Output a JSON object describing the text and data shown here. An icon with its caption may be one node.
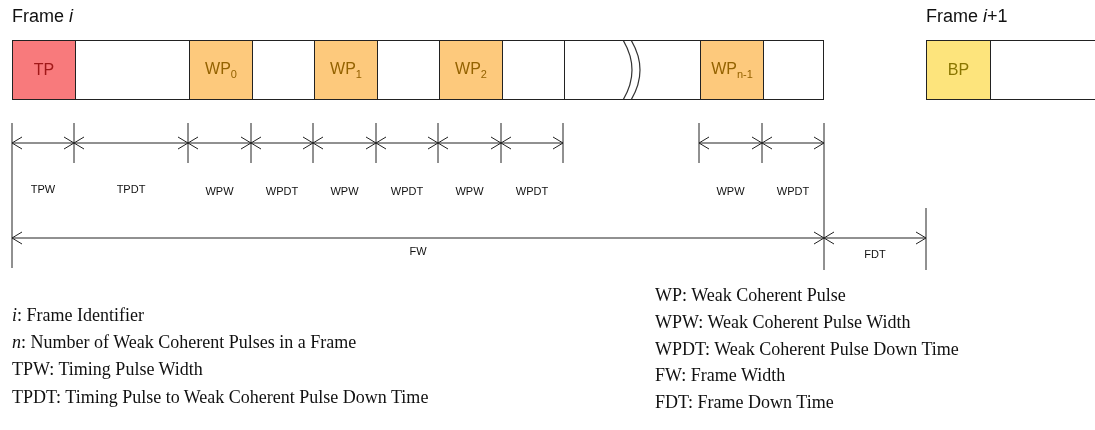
{
  "diagram": {
    "nodes": [
      {
        "text": [
          "Frame *i*"
        ]
      },
      {
        "text": [
          "TP"
        ],
        "in": 0
      },
      {
        "text": [],
        "shape": "box",
        "in": 0
      },
      {
        "text": [
          "WP$_{0}$"
        ],
        "in": 0
      },
      {
        "text": [],
        "shape": "box",
        "in": 0
      },
      {
        "text": [
          "WP$_{1}$"
        ],
        "in": 0
      },
      {
        "text": [],
        "shape": "box",
        "in": 0
      },
      {
        "text": [
          "WP$_{2}$"
        ],
        "in": 0
      },
      {
        "text": [],
        "shape": "box",
        "in": 0
      },
      {
        "text": [],
        "shape": "box",
        "in": 0
      },
      {
        "text": [
          "WP$_{n-1}$"
        ],
        "in": 0
      },
      {
        "text": [],
        "shape": "box",
        "in": 0
      },
      {
        "text": [
          "Frame *i*+1"
        ]
      },
      {
        "text": [
          "BP"
        ],
        "in": 12
      },
      {
        "text": [],
        "shape": "box",
        "in": 12
      }
    ],
    "labels": [
      "TPW",
      "TPDT",
      "WPW",
      "WPDT",
      "WPW",
      "WPDT",
      "WPW",
      "WPDT",
      "WPW",
      "WPDT",
      "FW",
      "FDT",
      "*i*: Frame Identifier",
      "*n*: Number of Weak Coherent Pulses in a Frame",
      "TPW: Timing Pulse Width",
      "TPDT: Timing Pulse to Weak Coherent Pulse Down Time",
      "WP: Weak Coherent Pulse",
      "WPW: Weak Coherent Pulse Width",
      "WPDT: Weak Coherent Pulse Down Time",
      "FW: Frame Width",
      "FDT: Frame Down Time"
    ]
  }
}
